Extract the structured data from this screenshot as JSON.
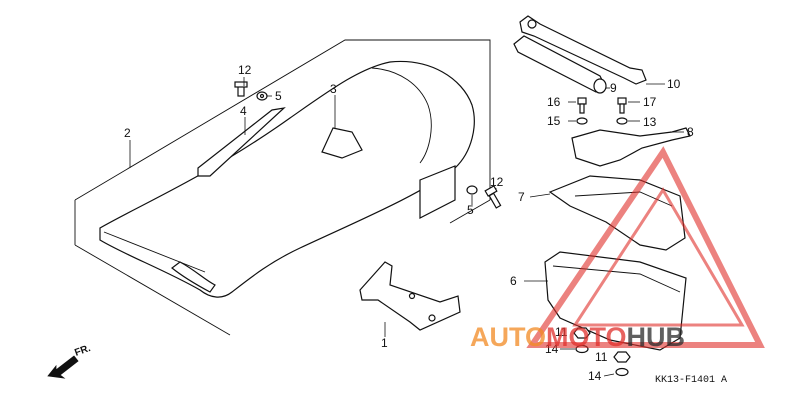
{
  "diagram": {
    "callouts": [
      {
        "id": "c1",
        "label": "1"
      },
      {
        "id": "c2",
        "label": "2"
      },
      {
        "id": "c3",
        "label": "3"
      },
      {
        "id": "c4",
        "label": "4"
      },
      {
        "id": "c5a",
        "label": "5"
      },
      {
        "id": "c5b",
        "label": "5"
      },
      {
        "id": "c6",
        "label": "6"
      },
      {
        "id": "c7",
        "label": "7"
      },
      {
        "id": "c8",
        "label": "8"
      },
      {
        "id": "c9",
        "label": "9"
      },
      {
        "id": "c10",
        "label": "10"
      },
      {
        "id": "c11a",
        "label": "11"
      },
      {
        "id": "c11b",
        "label": "11"
      },
      {
        "id": "c12a",
        "label": "12"
      },
      {
        "id": "c12b",
        "label": "12"
      },
      {
        "id": "c13",
        "label": "13"
      },
      {
        "id": "c14a",
        "label": "14"
      },
      {
        "id": "c14b",
        "label": "14"
      },
      {
        "id": "c15",
        "label": "15"
      },
      {
        "id": "c16",
        "label": "16"
      },
      {
        "id": "c17",
        "label": "17"
      }
    ],
    "front_arrow_label": "FR.",
    "diagram_code": "KK13-F1401 A"
  },
  "watermark": {
    "part1": "AUTO",
    "part2": "MOTO",
    "part3": "HUB",
    "color_accent": "#f28a24",
    "color_red": "#e0302b",
    "color_dark": "#2b2b2b"
  }
}
